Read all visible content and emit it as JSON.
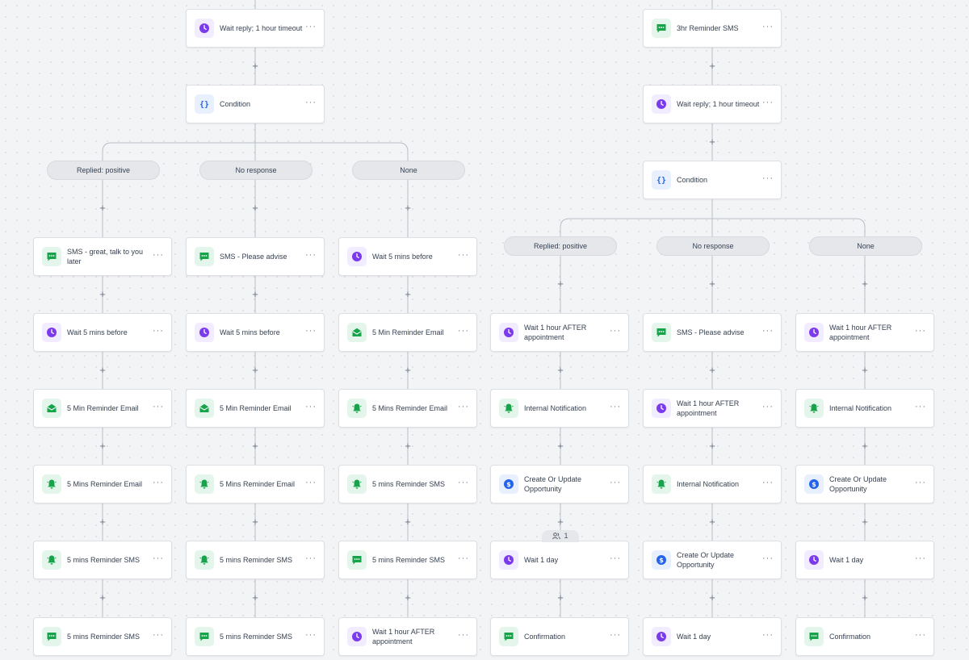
{
  "colors": {
    "wait_icon": "#7c3aed",
    "sms_icon": "#16a34a",
    "email_icon": "#16a34a",
    "notification_icon": "#16a34a",
    "condition_icon": "#2563eb",
    "opportunity_icon": "#2563eb",
    "connector": "#b9bec6"
  },
  "more_label": "···",
  "plus_label": "+",
  "top_left_flow": {
    "wait_node": {
      "label": "Wait reply; 1 hour timeout",
      "icon": "clock-icon"
    },
    "condition_node": {
      "label": "Condition",
      "icon": "braces-icon"
    },
    "branches": [
      {
        "label": "Replied: positive",
        "steps": [
          {
            "label": "SMS - great, talk to you later",
            "icon": "sms-icon"
          },
          {
            "label": "Wait 5 mins before",
            "icon": "clock-icon"
          },
          {
            "label": "5 Min Reminder Email",
            "icon": "email-icon"
          },
          {
            "label": "5 Mins Reminder Email",
            "icon": "bell-icon"
          },
          {
            "label": "5 mins Reminder SMS",
            "icon": "bell-icon"
          },
          {
            "label": "5 mins Reminder SMS",
            "icon": "sms-icon"
          }
        ]
      },
      {
        "label": "No response",
        "steps": [
          {
            "label": "SMS - Please advise",
            "icon": "sms-icon"
          },
          {
            "label": "Wait 5 mins before",
            "icon": "clock-icon"
          },
          {
            "label": "5 Min Reminder Email",
            "icon": "email-icon"
          },
          {
            "label": "5 Mins Reminder Email",
            "icon": "bell-icon"
          },
          {
            "label": "5 mins Reminder SMS",
            "icon": "bell-icon"
          },
          {
            "label": "5 mins Reminder SMS",
            "icon": "sms-icon"
          }
        ]
      },
      {
        "label": "None",
        "steps": [
          {
            "label": "Wait 5 mins before",
            "icon": "clock-icon"
          },
          {
            "label": "5 Min Reminder Email",
            "icon": "email-icon"
          },
          {
            "label": "5 Mins Reminder Email",
            "icon": "bell-icon"
          },
          {
            "label": "5 mins Reminder SMS",
            "icon": "bell-icon"
          },
          {
            "label": "5 mins Reminder SMS",
            "icon": "sms-icon"
          },
          {
            "label": "Wait 1 hour AFTER appointment",
            "icon": "clock-icon"
          }
        ]
      }
    ]
  },
  "top_right_flow": {
    "sms_node": {
      "label": "3hr Reminder SMS",
      "icon": "sms-icon"
    },
    "wait_node": {
      "label": "Wait reply; 1 hour timeout",
      "icon": "clock-icon"
    },
    "condition_node": {
      "label": "Condition",
      "icon": "braces-icon"
    },
    "branches": [
      {
        "label": "Replied: positive",
        "steps": [
          {
            "label": "Wait 1 hour AFTER appointment",
            "icon": "clock-icon"
          },
          {
            "label": "Internal Notification",
            "icon": "bell-icon"
          },
          {
            "label": "Create Or Update Opportunity",
            "icon": "dollar-icon"
          },
          {
            "label": "Wait 1 day",
            "icon": "clock-icon"
          },
          {
            "label": "Confirmation",
            "icon": "sms-icon"
          }
        ]
      },
      {
        "label": "No response",
        "steps": [
          {
            "label": "SMS - Please advise",
            "icon": "sms-icon"
          },
          {
            "label": "Wait 1 hour AFTER appointment",
            "icon": "clock-icon"
          },
          {
            "label": "Internal Notification",
            "icon": "bell-icon"
          },
          {
            "label": "Create Or Update Opportunity",
            "icon": "dollar-icon"
          },
          {
            "label": "Wait 1 day",
            "icon": "clock-icon"
          }
        ]
      },
      {
        "label": "None",
        "steps": [
          {
            "label": "Wait 1 hour AFTER appointment",
            "icon": "clock-icon"
          },
          {
            "label": "Internal Notification",
            "icon": "bell-icon"
          },
          {
            "label": "Create Or Update Opportunity",
            "icon": "dollar-icon"
          },
          {
            "label": "Wait 1 day",
            "icon": "clock-icon"
          },
          {
            "label": "Confirmation",
            "icon": "sms-icon"
          }
        ]
      }
    ]
  },
  "contact_badge": {
    "count": "1",
    "icon": "users-icon"
  }
}
